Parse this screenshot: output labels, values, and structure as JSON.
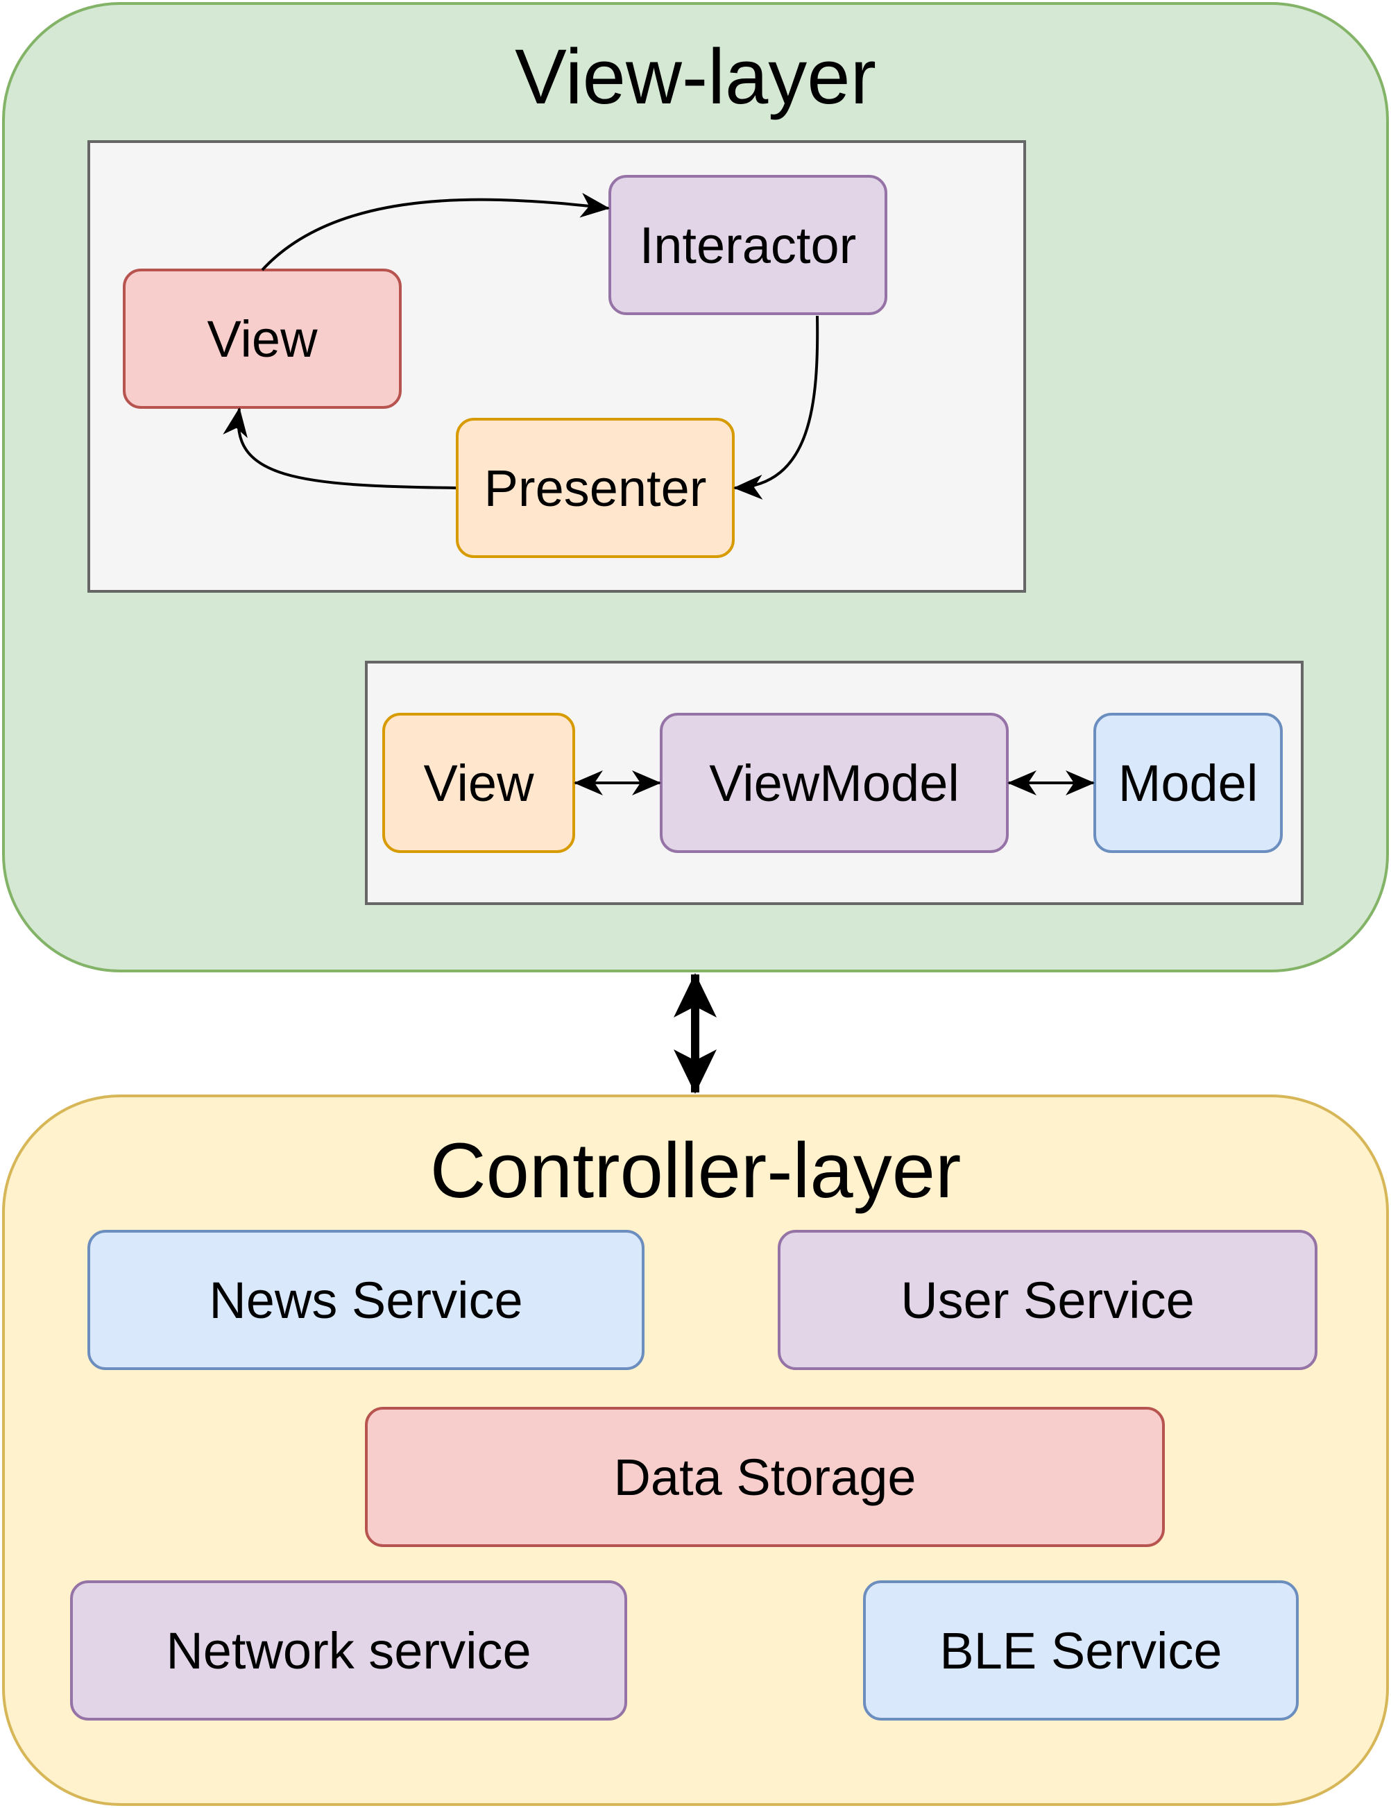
{
  "view_layer": {
    "title": "View-layer",
    "viper": {
      "view": "View",
      "interactor": "Interactor",
      "presenter": "Presenter"
    },
    "mvvm": {
      "view": "View",
      "viewmodel": "ViewModel",
      "model": "Model"
    }
  },
  "controller_layer": {
    "title": "Controller-layer",
    "services": {
      "news": "News Service",
      "user": "User Service",
      "storage": "Data Storage",
      "network": "Network service",
      "ble": "BLE Service"
    }
  },
  "colors": {
    "view_layer_fill": "#d5e8d4",
    "view_layer_stroke": "#82b366",
    "controller_layer_fill": "#fff2cc",
    "controller_layer_stroke": "#d6b656",
    "red_fill": "#f8cecc",
    "purple_fill": "#e1d5e7",
    "orange_fill": "#ffe6cc",
    "blue_fill": "#dae8fc"
  }
}
